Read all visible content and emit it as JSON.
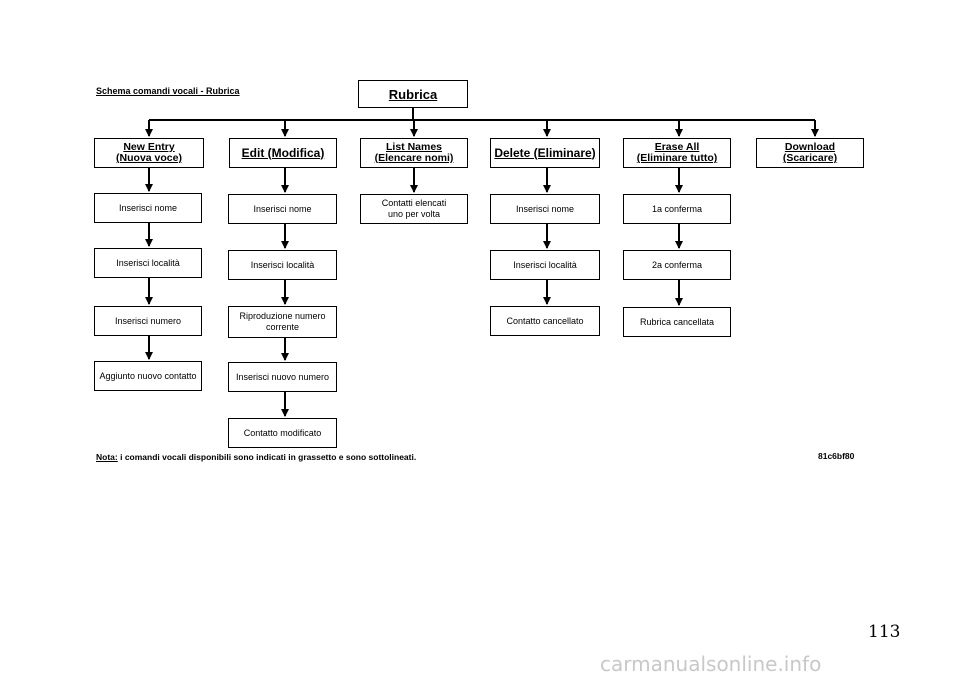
{
  "diagram": {
    "title": "Schema comandi vocali - Rubrica",
    "root": "Rubrica",
    "columns": [
      {
        "header": "New Entry\n(Nuova voce)",
        "steps": [
          "Inserisci nome",
          "Inserisci località",
          "Inserisci numero",
          "Aggiunto nuovo contatto"
        ]
      },
      {
        "header": "Edit (Modifica)",
        "steps": [
          "Inserisci nome",
          "Inserisci località",
          "Riproduzione numero\ncorrente",
          "Inserisci nuovo numero",
          "Contatto modificato"
        ]
      },
      {
        "header": "List Names\n(Elencare nomi)",
        "steps": [
          "Contatti elencati\nuno per volta"
        ]
      },
      {
        "header": "Delete (Eliminare)",
        "steps": [
          "Inserisci nome",
          "Inserisci località",
          "Contatto cancellato"
        ]
      },
      {
        "header": "Erase All\n(Eliminare tutto)",
        "steps": [
          "1a conferma",
          "2a conferma",
          "Rubrica cancellata"
        ]
      },
      {
        "header": "Download\n(Scaricare)",
        "steps": []
      }
    ],
    "note_label": "Nota:",
    "note_text": " i comandi vocali disponibili sono indicati in grassetto e sono sottolineati.",
    "image_code": "81c6bf80"
  },
  "page_number": "113",
  "watermark": "carmanualsonline.info"
}
